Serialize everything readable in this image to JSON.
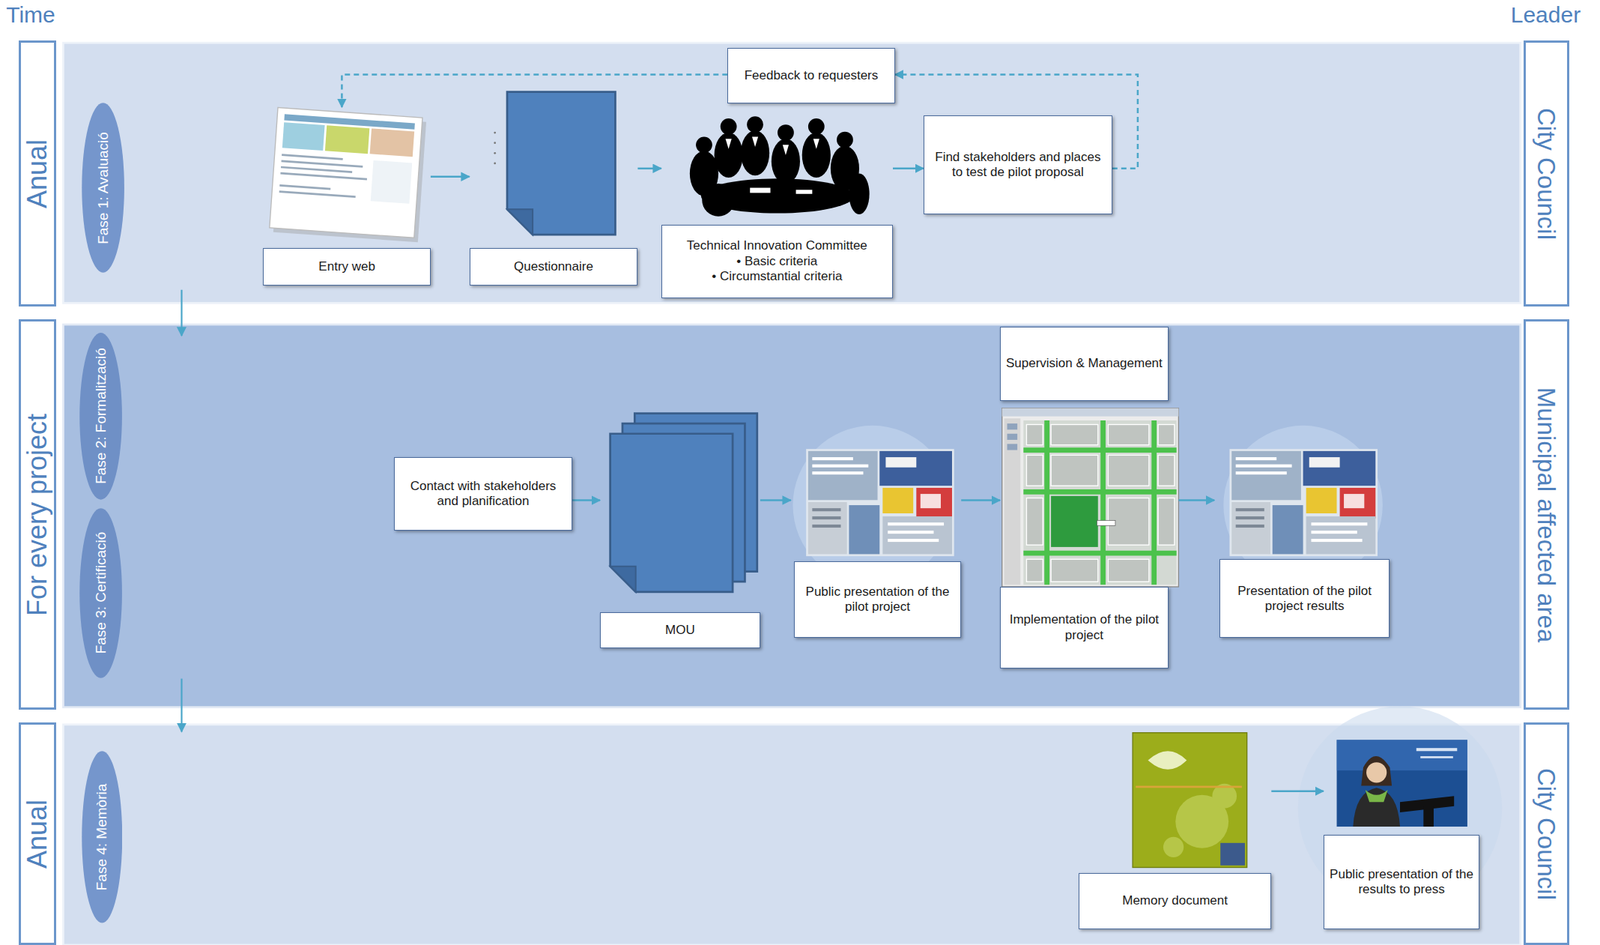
{
  "diagram": {
    "nodes": [
      {
        "text": [
          "Anual"
        ]
      },
      {
        "text": [
          "Fase 1: Avaluació"
        ]
      },
      {
        "text": [
          "City Council"
        ]
      },
      {
        "text": [
          "Feedback to requesters"
        ]
      },
      {
        "text": [
          "Entry web"
        ]
      },
      {
        "text": [
          "Questionnaire"
        ]
      },
      {
        "text": [
          "Technical Innovation Committee",
          "• Basic criteria",
          "• Circumstantial criteria"
        ]
      },
      {
        "text": [
          "Find stakeholders and places to test de pilot proposal"
        ]
      },
      {
        "text": [
          "For every project"
        ]
      },
      {
        "text": [
          "Fase 2: Formalització"
        ]
      },
      {
        "text": [
          "Fase 3: Certificació"
        ]
      },
      {
        "text": [
          "Municipal affected area"
        ]
      },
      {
        "text": [
          "Supervision & Management"
        ]
      },
      {
        "text": [
          "Contact with stakeholders and planification"
        ]
      },
      {
        "text": [
          "MOU"
        ]
      },
      {
        "text": [
          "Public presentation of the pilot project"
        ]
      },
      {
        "text": [
          "Implementation of the pilot project"
        ]
      },
      {
        "text": [
          "Presentation of the pilot project results"
        ]
      },
      {
        "text": [
          "Anual"
        ]
      },
      {
        "text": [
          "Fase 4: Memòria"
        ]
      },
      {
        "text": [
          "City Council"
        ]
      },
      {
        "text": [
          "Memory document"
        ]
      },
      {
        "text": [
          "Public presentation of the results to press"
        ]
      }
    ],
    "edges": [
      {
        "from": 4,
        "to": 5,
        "arrow": "to"
      },
      {
        "from": 5,
        "to": 6,
        "arrow": "to"
      },
      {
        "from": 6,
        "to": 7,
        "arrow": "to"
      },
      {
        "from": 7,
        "to": 3,
        "arrow": "to"
      },
      {
        "from": 3,
        "to": 4,
        "arrow": "to"
      },
      {
        "from": 13,
        "to": 14,
        "arrow": "to"
      },
      {
        "from": 14,
        "to": 15,
        "arrow": "to"
      },
      {
        "from": 15,
        "to": 16,
        "arrow": "to"
      },
      {
        "from": 16,
        "to": 17,
        "arrow": "to"
      },
      {
        "from": 21,
        "to": 22,
        "arrow": "to"
      }
    ],
    "labels": [
      "Time",
      "Leader"
    ]
  }
}
